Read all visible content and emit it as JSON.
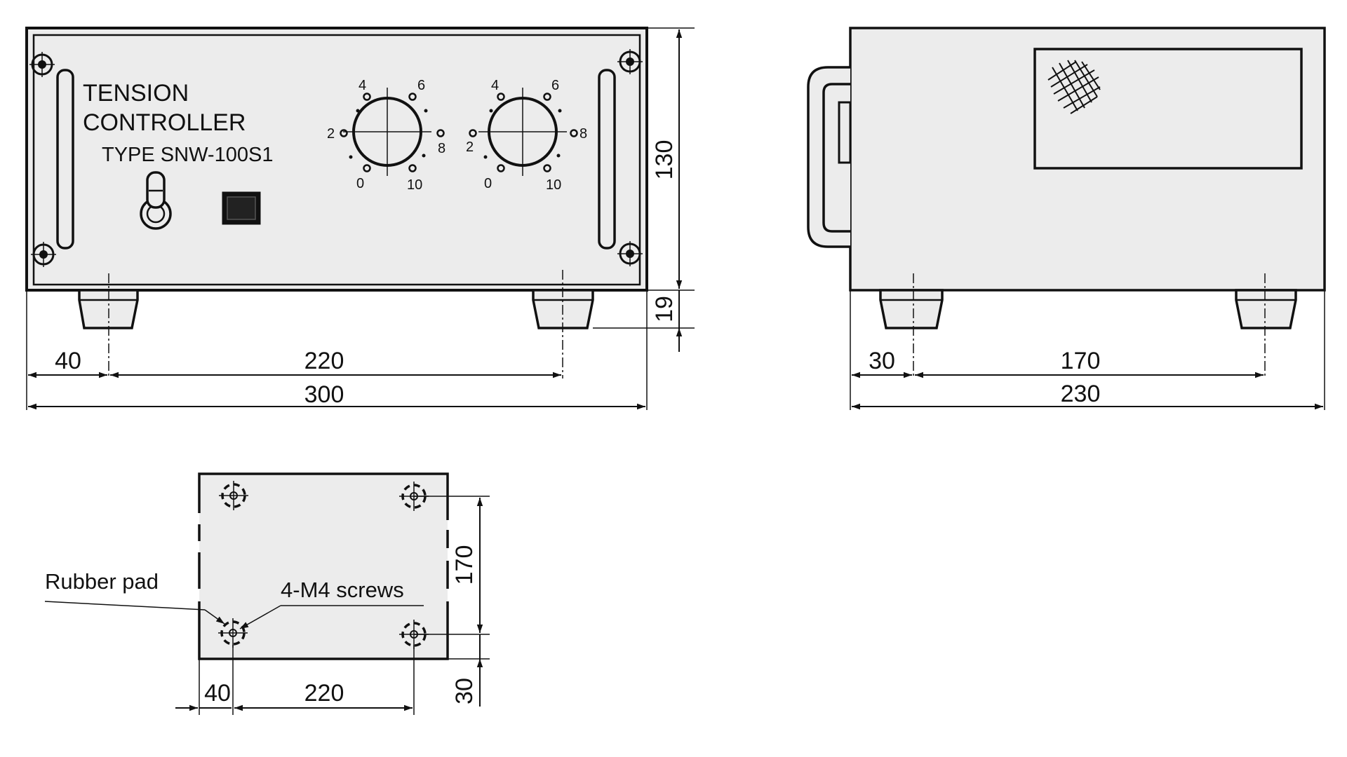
{
  "front_view": {
    "panel_title_line1": "TENSION",
    "panel_title_line2": "CONTROLLER",
    "panel_type": "TYPE SNW-100S1",
    "dials": [
      {
        "scale": [
          "0",
          "2",
          "4",
          "6",
          "8",
          "10"
        ]
      },
      {
        "scale": [
          "0",
          "2",
          "4",
          "6",
          "8",
          "10"
        ]
      }
    ],
    "dimensions": {
      "height": "130",
      "foot_height": "19",
      "foot_offset": "40",
      "foot_spacing": "220",
      "overall_width": "300"
    }
  },
  "side_view": {
    "dimensions": {
      "foot_offset": "30",
      "foot_spacing": "170",
      "overall_depth": "230"
    }
  },
  "bottom_view": {
    "rubber_pad_label": "Rubber pad",
    "screws_label": "4-M4 screws",
    "dimensions": {
      "foot_offset_x": "40",
      "foot_spacing_x": "220",
      "foot_spacing_y": "170",
      "foot_offset_y": "30"
    }
  },
  "colors": {
    "line": "#111111",
    "panel_fill": "#ececec",
    "background": "#ffffff"
  }
}
